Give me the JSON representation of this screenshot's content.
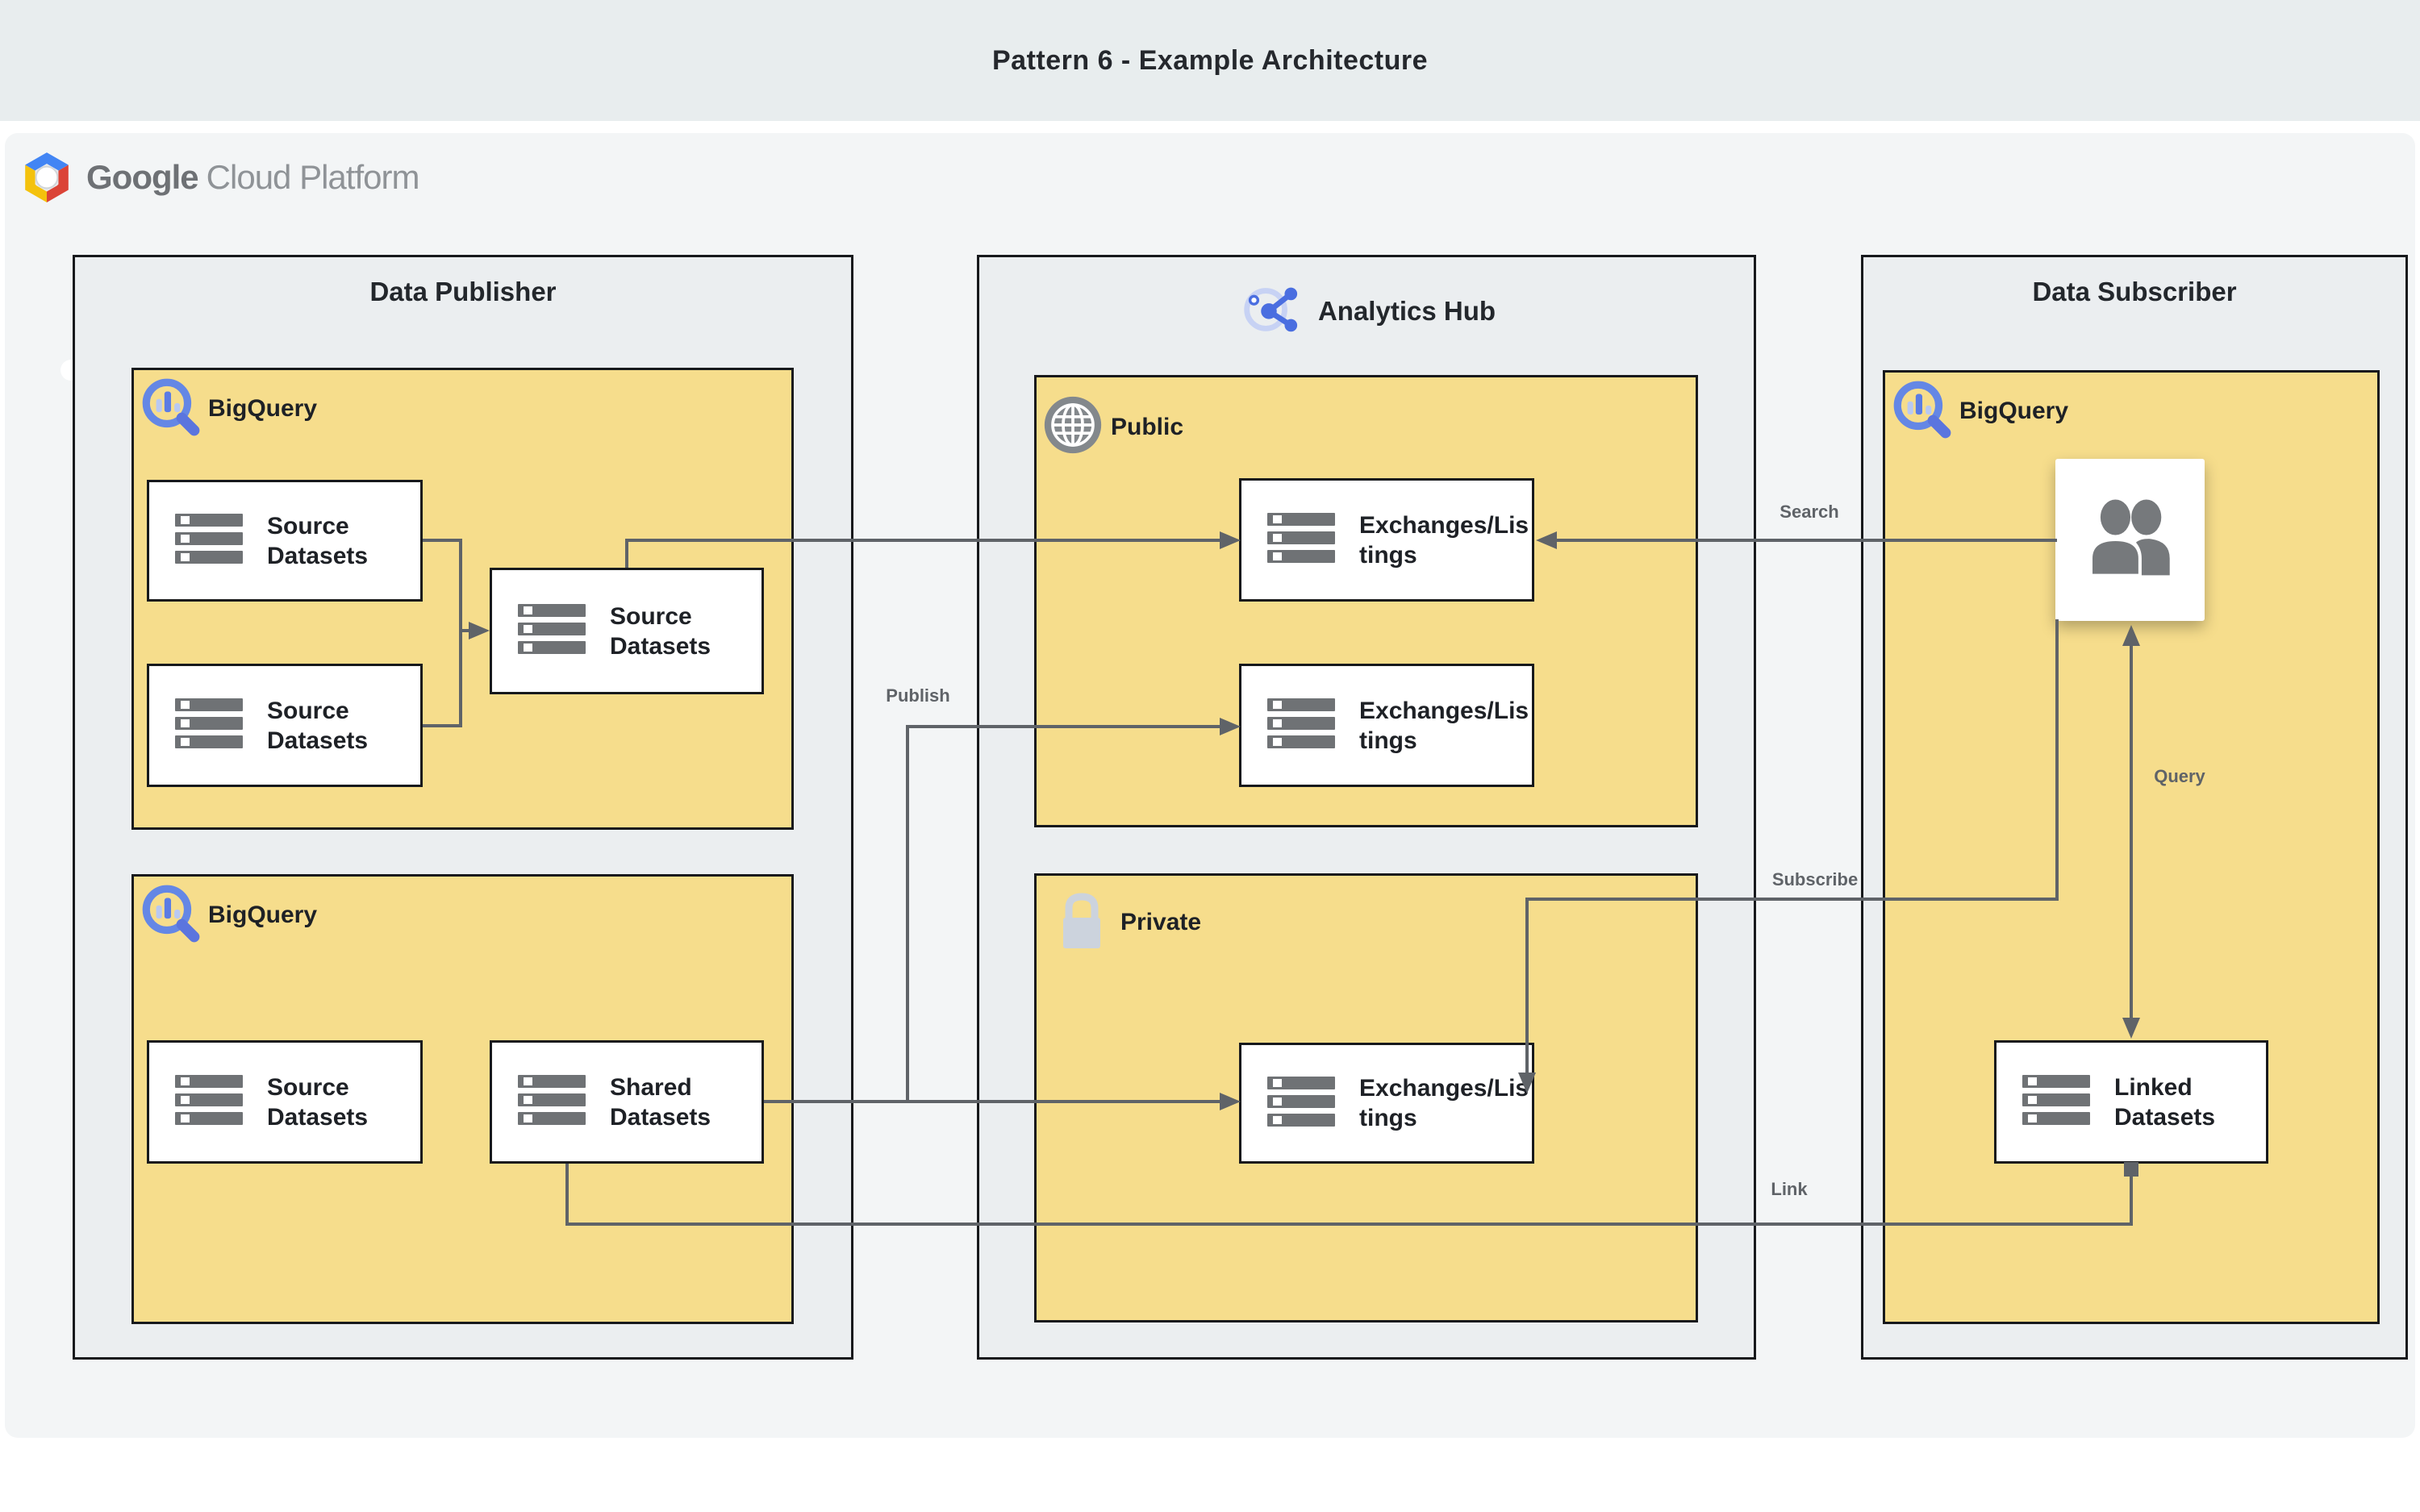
{
  "page": {
    "title": "Pattern 6 - Example Architecture"
  },
  "logo": {
    "google": "Google",
    "cloud_platform": "Cloud Platform",
    "icon": "gcp-hexagon-logo"
  },
  "containers": {
    "publisher": {
      "title": "Data Publisher"
    },
    "hub": {
      "title": "Analytics Hub",
      "icon": "analytics-hub-icon"
    },
    "subscriber": {
      "title": "Data Subscriber"
    }
  },
  "groups": {
    "publisher_bq_top": {
      "label": "BigQuery",
      "icon": "bigquery-icon"
    },
    "publisher_bq_bottom": {
      "label": "BigQuery",
      "icon": "bigquery-icon"
    },
    "hub_public": {
      "label": "Public",
      "icon": "globe-icon"
    },
    "hub_private": {
      "label": "Private",
      "icon": "lock-icon"
    },
    "subscriber_bq": {
      "label": "BigQuery",
      "icon": "bigquery-icon"
    }
  },
  "nodes": {
    "source_a": {
      "label": "Source\nDatasets",
      "icon": "datasets-icon"
    },
    "source_b": {
      "label": "Source\nDatasets",
      "icon": "datasets-icon"
    },
    "source_mid": {
      "label": "Source\nDatasets",
      "icon": "datasets-icon"
    },
    "source_bottom": {
      "label": "Source\nDatasets",
      "icon": "datasets-icon"
    },
    "shared": {
      "label": "Shared\nDatasets",
      "icon": "datasets-icon"
    },
    "exchange_public_top": {
      "label": "Exchanges/Lis\ntings",
      "icon": "datasets-icon"
    },
    "exchange_public_bottom": {
      "label": "Exchanges/Lis\ntings",
      "icon": "datasets-icon"
    },
    "exchange_private": {
      "label": "Exchanges/Lis\ntings",
      "icon": "datasets-icon"
    },
    "linked": {
      "label": "Linked\nDatasets",
      "icon": "datasets-icon"
    },
    "subscriber_users": {
      "icon": "users-icon"
    }
  },
  "edges": {
    "search": {
      "label": "Search"
    },
    "publish": {
      "label": "Publish"
    },
    "subscribe": {
      "label": "Subscribe"
    },
    "query": {
      "label": "Query"
    },
    "link": {
      "label": "Link"
    }
  },
  "colors": {
    "top_band": "#e8edee",
    "panel": "#f3f5f6",
    "container_fill": "#ebeef0",
    "group_yellow": "#f6dd8c",
    "border_dark": "#17191c",
    "edge_gray": "#5f6368",
    "bigquery_blue": "#6487e5",
    "bigquery_blue_light": "#b9c9f2",
    "hub_icon_blue": "#4a6ee0",
    "globe_gray": "#83888c",
    "lock_silver": "#ccd3dd",
    "users_gray": "#76797c",
    "gcp_blue": "#4285f4",
    "gcp_red": "#db4437",
    "gcp_yellow": "#f4c20d"
  }
}
